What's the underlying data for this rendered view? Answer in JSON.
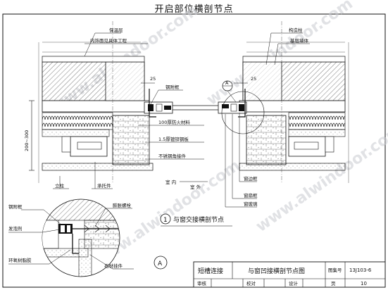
{
  "page_title": "开启部位横剖节点",
  "watermark": "www.alwindoor.com",
  "labels": {
    "insulation": "保温层",
    "interior_finish": "内饰面见具体工程",
    "structural_column": "构造柱",
    "base_wall": "基层墙体",
    "steel_subframe_top": "钢附框",
    "dim_25_left": "25",
    "dim_25_right": "25",
    "firestop": "100厚防火材料",
    "galv_plate": "1.5厚镀锌钢板",
    "ss_connector": "不锈钢角接件",
    "dim_height": "200~300",
    "post": "立柱",
    "bearing_part": "承托件",
    "indoor": "室 内",
    "outdoor": "室 外",
    "window_frame": "窗边框",
    "window_sash": "窗扇框",
    "window_glass": "窗玻璃",
    "callout_letter_top": "A",
    "steel_subframe_detail": "钢附框",
    "foam": "发泡剂",
    "expansion_bolt": "膨胀螺栓",
    "epoxy": "环氧树脂胶",
    "stone_hanger": "石材挂件",
    "callout_letter_detail": "A",
    "caption_number": "1",
    "caption_text": "与窗交接横剖节点"
  },
  "title_block": {
    "project": "短槽连接",
    "drawing_title": "与窗凹接横剖节点图",
    "atlas_label": "图集号",
    "atlas_no": "13J103-6",
    "review": "审核",
    "check": "校对",
    "design": "设计",
    "page_label": "页",
    "page_no": "10"
  }
}
